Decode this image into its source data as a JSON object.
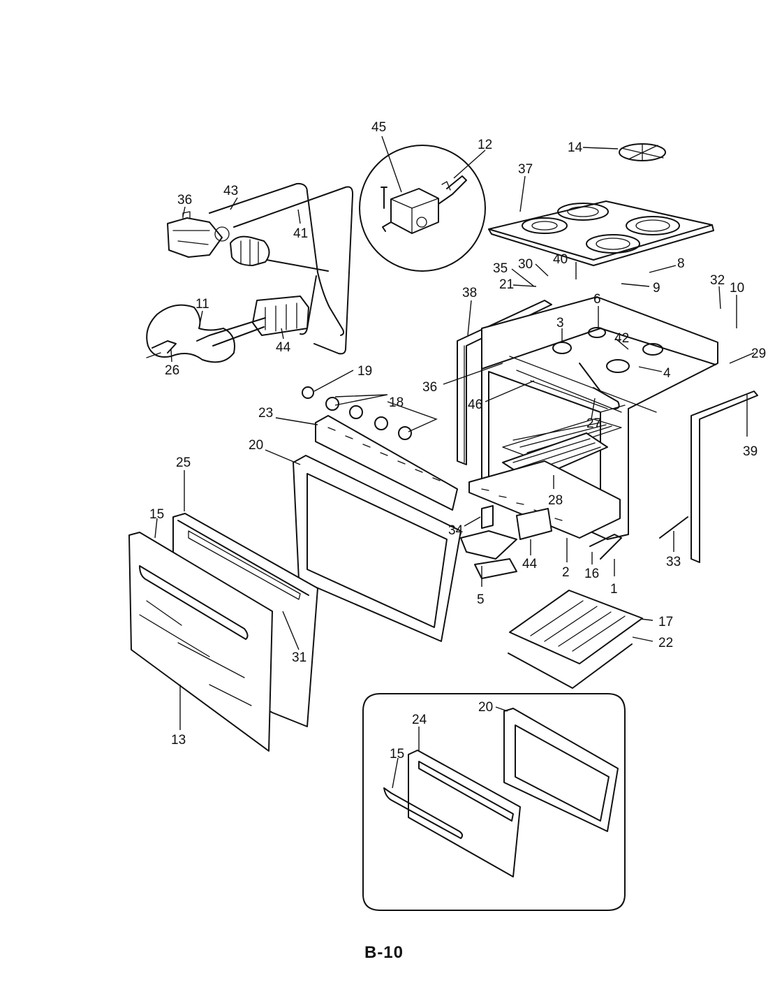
{
  "callouts": [
    {
      "id": "45",
      "label": "45"
    },
    {
      "id": "12",
      "label": "12"
    },
    {
      "id": "14",
      "label": "14"
    },
    {
      "id": "37",
      "label": "37"
    },
    {
      "id": "43",
      "label": "43"
    },
    {
      "id": "36a",
      "label": "36"
    },
    {
      "id": "41",
      "label": "41"
    },
    {
      "id": "11",
      "label": "11"
    },
    {
      "id": "44a",
      "label": "44"
    },
    {
      "id": "26",
      "label": "26"
    },
    {
      "id": "35",
      "label": "35"
    },
    {
      "id": "30",
      "label": "30"
    },
    {
      "id": "40",
      "label": "40"
    },
    {
      "id": "8",
      "label": "8"
    },
    {
      "id": "21",
      "label": "21"
    },
    {
      "id": "9",
      "label": "9"
    },
    {
      "id": "32",
      "label": "32"
    },
    {
      "id": "10",
      "label": "10"
    },
    {
      "id": "38",
      "label": "38"
    },
    {
      "id": "6",
      "label": "6"
    },
    {
      "id": "3",
      "label": "3"
    },
    {
      "id": "42",
      "label": "42"
    },
    {
      "id": "29",
      "label": "29"
    },
    {
      "id": "4",
      "label": "4"
    },
    {
      "id": "19",
      "label": "19"
    },
    {
      "id": "36b",
      "label": "36"
    },
    {
      "id": "46",
      "label": "46"
    },
    {
      "id": "27",
      "label": "27"
    },
    {
      "id": "18",
      "label": "18"
    },
    {
      "id": "23",
      "label": "23"
    },
    {
      "id": "39",
      "label": "39"
    },
    {
      "id": "20a",
      "label": "20"
    },
    {
      "id": "25",
      "label": "25"
    },
    {
      "id": "28",
      "label": "28"
    },
    {
      "id": "15a",
      "label": "15"
    },
    {
      "id": "34",
      "label": "34"
    },
    {
      "id": "44b",
      "label": "44"
    },
    {
      "id": "2",
      "label": "2"
    },
    {
      "id": "16",
      "label": "16"
    },
    {
      "id": "33",
      "label": "33"
    },
    {
      "id": "1",
      "label": "1"
    },
    {
      "id": "5",
      "label": "5"
    },
    {
      "id": "17",
      "label": "17"
    },
    {
      "id": "31",
      "label": "31"
    },
    {
      "id": "22",
      "label": "22"
    },
    {
      "id": "13",
      "label": "13"
    },
    {
      "id": "20b",
      "label": "20"
    },
    {
      "id": "24",
      "label": "24"
    },
    {
      "id": "15b",
      "label": "15"
    }
  ],
  "footer": {
    "label": "B-10"
  }
}
